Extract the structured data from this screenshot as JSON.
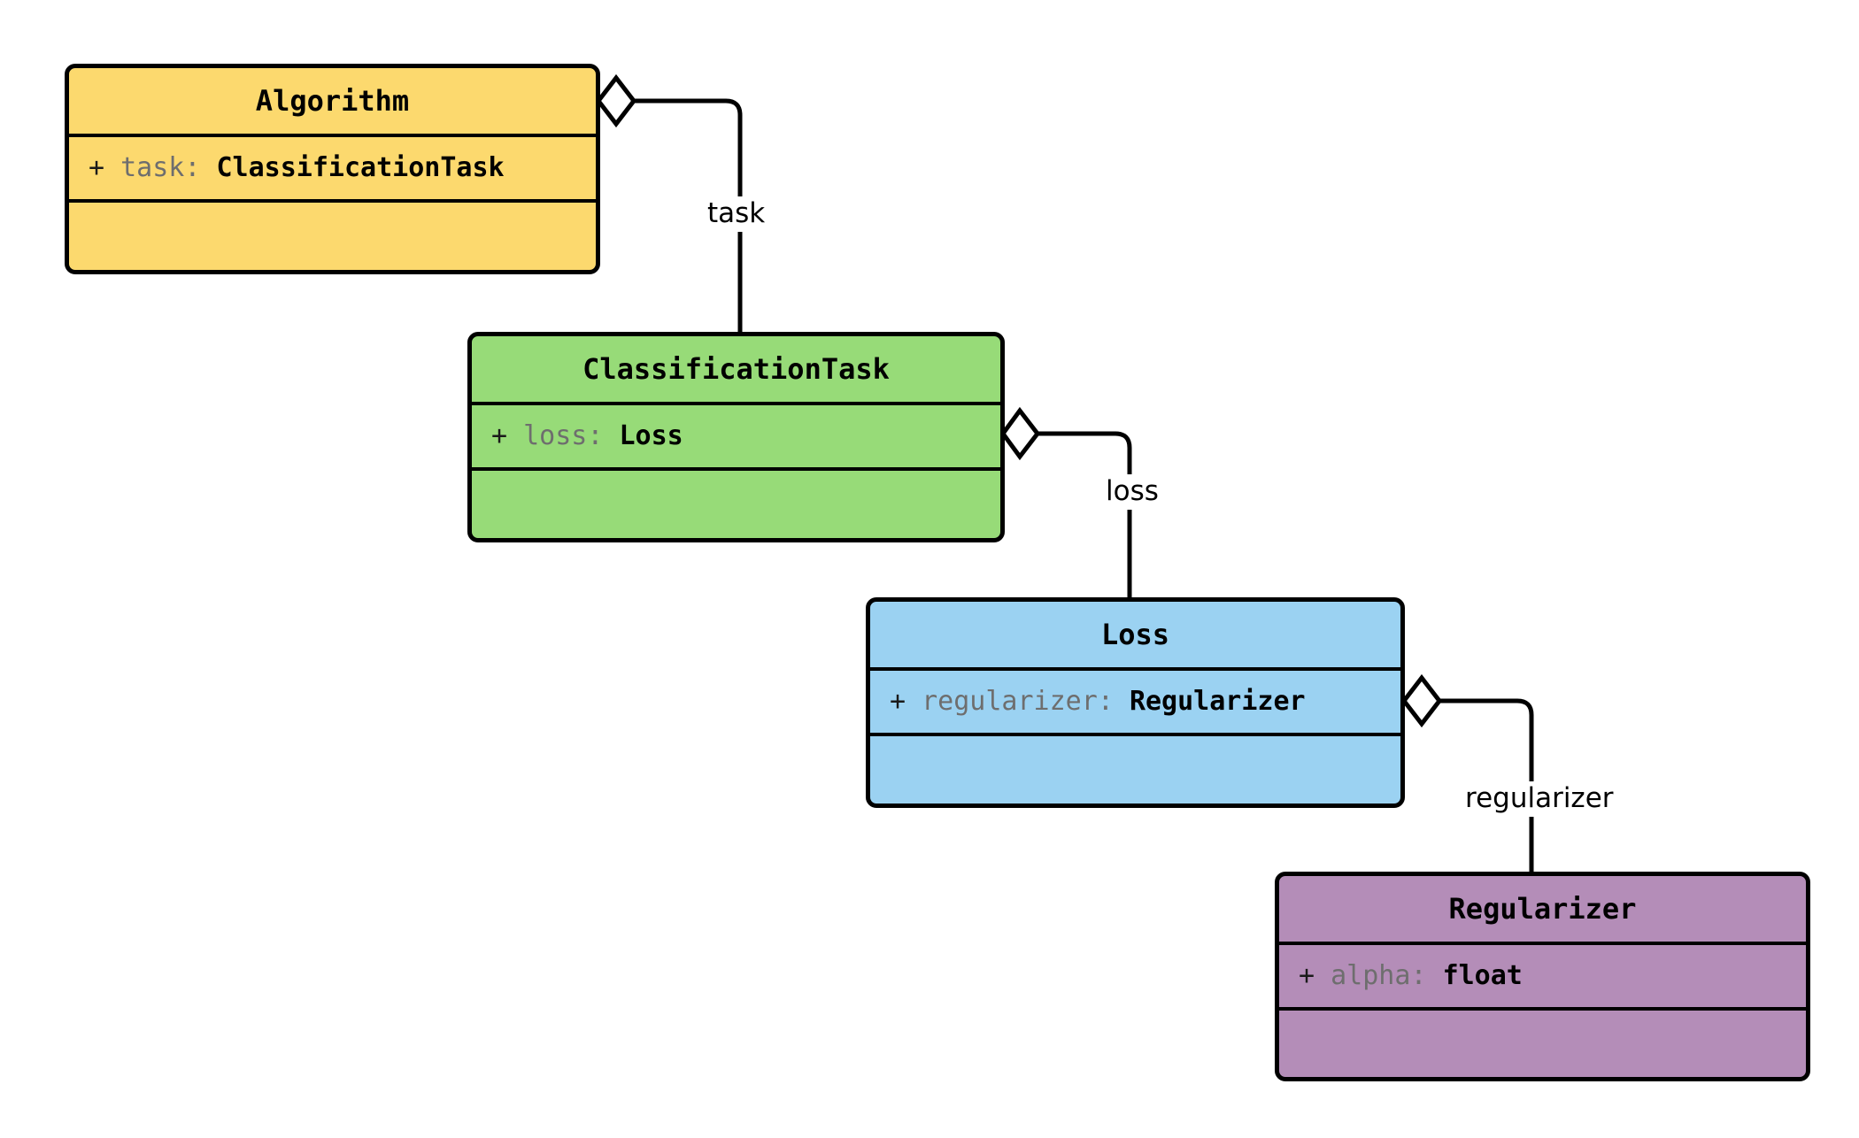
{
  "diagram": {
    "type": "uml-class-diagram",
    "title": "",
    "background_color": "#ffffff",
    "line_color": "#000000",
    "classes": [
      {
        "id": "algorithm",
        "name": "Algorithm",
        "fill_color": "#fcd96e",
        "attributes": [
          {
            "visibility": "+",
            "name": "task",
            "separator": ": ",
            "type": "ClassificationTask"
          }
        ],
        "methods": []
      },
      {
        "id": "classification-task",
        "name": "ClassificationTask",
        "fill_color": "#97db78",
        "attributes": [
          {
            "visibility": "+",
            "name": "loss",
            "separator": ": ",
            "type": "Loss"
          }
        ],
        "methods": []
      },
      {
        "id": "loss",
        "name": "Loss",
        "fill_color": "#9bd2f2",
        "attributes": [
          {
            "visibility": "+",
            "name": "regularizer",
            "separator": ": ",
            "type": "Regularizer"
          }
        ],
        "methods": []
      },
      {
        "id": "regularizer",
        "name": "Regularizer",
        "fill_color": "#b48db8",
        "attributes": [
          {
            "visibility": "+",
            "name": "alpha",
            "separator": ": ",
            "type": "float"
          }
        ],
        "methods": []
      }
    ],
    "relationships": [
      {
        "id": "rel-task",
        "kind": "aggregation",
        "from": "Algorithm",
        "to": "ClassificationTask",
        "label": "task",
        "marker": "hollow-diamond"
      },
      {
        "id": "rel-loss",
        "kind": "aggregation",
        "from": "ClassificationTask",
        "to": "Loss",
        "label": "loss",
        "marker": "hollow-diamond"
      },
      {
        "id": "rel-regularizer",
        "kind": "aggregation",
        "from": "Loss",
        "to": "Regularizer",
        "label": "regularizer",
        "marker": "hollow-diamond"
      }
    ]
  }
}
